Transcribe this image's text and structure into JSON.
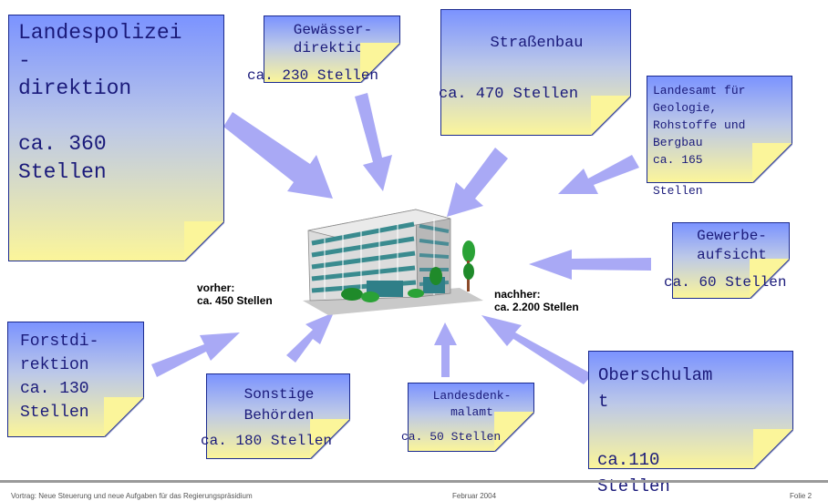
{
  "boxes": {
    "lpd": "Landespolizei\n-\ndirektion\n\nca. 360\nStellen",
    "gew": "Gewässer-\ndirektion",
    "gew_count": "ca. 230 Stellen",
    "str": "Straßenbau",
    "str_count": "ca. 470 Stellen",
    "lgrb": "Landesamt für\nGeologie,\nRohstoffe und\nBergbau\nca. 165",
    "lgrb_tail": "Stellen",
    "gewa": "Gewerbe-\naufsicht",
    "gewa_count": "ca. 60 Stellen",
    "forst": "Forstdi-\nrektion\nca. 130\nStellen",
    "sonst": "Sonstige\nBehörden",
    "sonst_count": "ca. 180 Stellen",
    "denk": "Landesdenk-\nmalamt",
    "denk_count": "ca. 50 Stellen",
    "osa": "Oberschulam\nt",
    "osa_count": "ca.110\nStellen"
  },
  "center": {
    "before": "vorher:\nca. 450 Stellen",
    "after": "nachher:\nca. 2.200 Stellen"
  },
  "footer": {
    "left": "Vortrag: Neue Steuerung und neue Aufgaben für das Regierungspräsidium",
    "middle": "Februar 2004",
    "right": "Folie  2"
  },
  "colors": {
    "arrow": "#a9a9f5",
    "box_top": "#7b93ff",
    "box_bottom": "#fbf59a",
    "text": "#1a1a7a"
  }
}
